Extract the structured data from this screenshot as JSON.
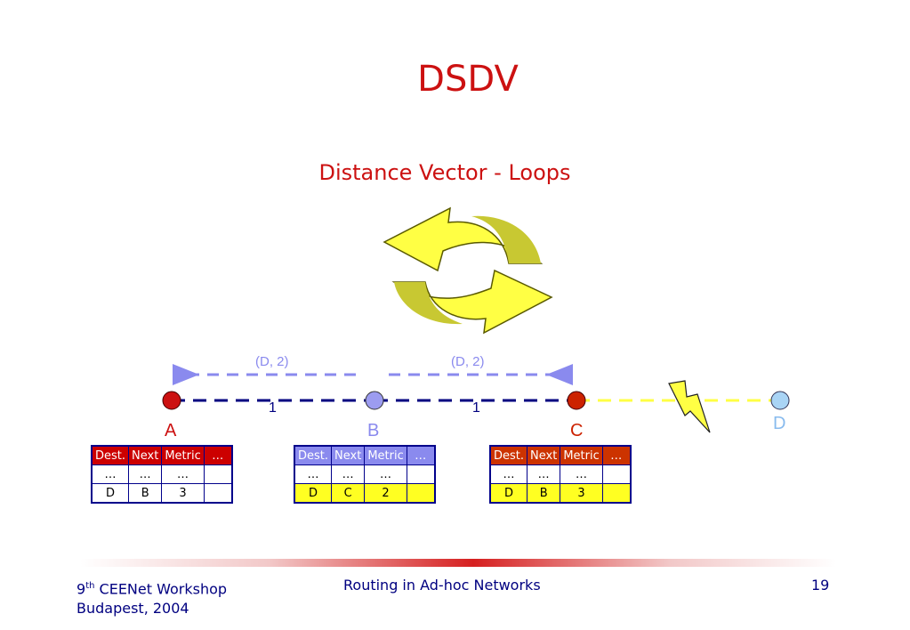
{
  "slide": {
    "title": "DSDV",
    "subtitle": "Distance Vector - Loops"
  },
  "diagram": {
    "advertisements": [
      {
        "label": "(D, 2)",
        "direction": "left"
      },
      {
        "label": "(D, 2)",
        "direction": "right"
      }
    ],
    "links": [
      {
        "metric": "1"
      },
      {
        "metric": "1"
      }
    ],
    "nodes": [
      {
        "label": "A",
        "color": "#cc1111"
      },
      {
        "label": "B",
        "color": "#8a8aee"
      },
      {
        "label": "C",
        "color": "#cc2200"
      },
      {
        "label": "D",
        "color": "#88bbee"
      }
    ],
    "colors": {
      "link": "#000080",
      "broken_link": "#ffff44",
      "cycle_arrows": "#ffff44",
      "lightning": "#ffff44"
    }
  },
  "tables": [
    {
      "header_color": "#cc0000",
      "headers": [
        "Dest.",
        "Next",
        "Metric",
        "…"
      ],
      "rows": [
        [
          "…",
          "…",
          "…",
          ""
        ],
        [
          "D",
          "B",
          "3",
          ""
        ]
      ],
      "highlight_last_row": false
    },
    {
      "header_color": "#8a8aee",
      "headers": [
        "Dest.",
        "Next",
        "Metric",
        "…"
      ],
      "rows": [
        [
          "…",
          "…",
          "…",
          ""
        ],
        [
          "D",
          "C",
          "2",
          ""
        ]
      ],
      "highlight_last_row": true
    },
    {
      "header_color": "#cc3300",
      "headers": [
        "Dest.",
        "Next",
        "Metric",
        "…"
      ],
      "rows": [
        [
          "…",
          "…",
          "…",
          ""
        ],
        [
          "D",
          "B",
          "3",
          ""
        ]
      ],
      "highlight_last_row": true
    }
  ],
  "footer": {
    "workshop_ordinal": "9",
    "workshop_sup": "th",
    "workshop_name": " CEENet Workshop",
    "location": "Budapest, 2004",
    "center": "Routing in Ad-hoc Networks",
    "page_number": "19"
  }
}
